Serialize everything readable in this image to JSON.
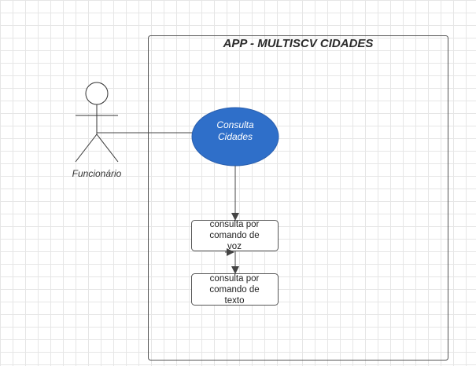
{
  "diagram": {
    "title": "APP - MULTISCV CIDADES",
    "actor": {
      "label": "Funcionário"
    },
    "use_case": {
      "label": "Consulta\nCidades",
      "color": "#2f6fc9"
    },
    "boxes": [
      {
        "label": "consulta por\ncomando de\nvoz"
      },
      {
        "label": "consulta por\ncomando de\ntexto"
      }
    ],
    "colors": {
      "line": "#444444",
      "grid": "#e6e6e6",
      "boundary": "#555555"
    }
  }
}
